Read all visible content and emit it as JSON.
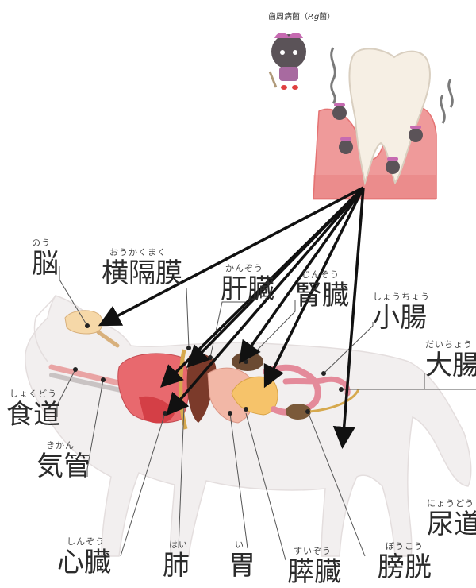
{
  "caption": {
    "prefix": "歯周病菌（",
    "italic": "P.g",
    "suffix": "菌）"
  },
  "labels": {
    "brain": {
      "ruby": "のう",
      "kanji": "脳"
    },
    "diaphragm": {
      "ruby": "おうかくまく",
      "kanji": "横隔膜"
    },
    "liver": {
      "ruby": "かんぞう",
      "kanji": "肝臓"
    },
    "kidney": {
      "ruby": "じんぞう",
      "kanji": "腎臓"
    },
    "small_int": {
      "ruby": "しょうちょう",
      "kanji": "小腸"
    },
    "large_int": {
      "ruby": "だいちょう",
      "kanji": "大腸"
    },
    "esophagus": {
      "ruby": "しょくどう",
      "kanji": "食道"
    },
    "trachea": {
      "ruby": "きかん",
      "kanji": "気管"
    },
    "ureter": {
      "ruby": "にょうどう",
      "kanji": "尿道"
    },
    "heart": {
      "ruby": "しんぞう",
      "kanji": "心臓"
    },
    "lung": {
      "ruby": "はい",
      "kanji": "肺"
    },
    "stomach": {
      "ruby": "い",
      "kanji": "胃"
    },
    "pancreas": {
      "ruby": "すいぞう",
      "kanji": "膵臓"
    },
    "bladder": {
      "ruby": "ぼうこう",
      "kanji": "膀胱"
    }
  },
  "colors": {
    "gum": "#ef9a9a",
    "gum_dark": "#e57373",
    "tooth": "#f6efe4",
    "bacteria": "#5b5358",
    "cat": "#f1efef",
    "heart": "#e35f64",
    "liver": "#7b3a2a"
  }
}
